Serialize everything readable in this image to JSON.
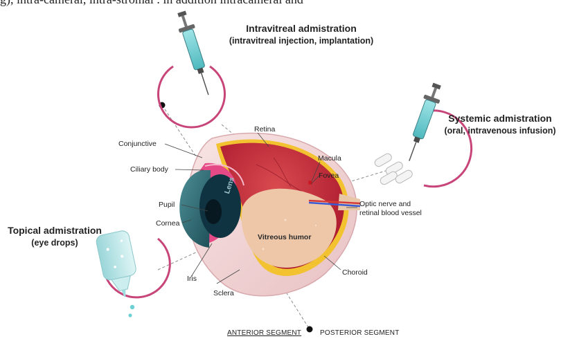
{
  "header": {
    "cut_text": "g), intra-cameral, intra-stromal . in addition intracameral and"
  },
  "routes": {
    "intravitreal": {
      "title": "Intravitreal admistration",
      "subtitle": "(intravitreal injection, implantation)"
    },
    "systemic": {
      "title": "Systemic admistration",
      "subtitle": "(oral, intravenous infusion)"
    },
    "topical": {
      "title": "Topical admistration",
      "subtitle": "(eye drops)"
    }
  },
  "labels": {
    "conjunctive": "Conjunctive",
    "ciliary_body": "Ciliary body",
    "pupil": "Pupil",
    "cornea": "Cornea",
    "iris": "Iris",
    "sclera": "Sclera",
    "retina": "Retina",
    "macula": "Macula",
    "fovea": "Fovea",
    "optic_nerve_line1": "Optic nerve and",
    "optic_nerve_line2": "retinal blood vessel",
    "choroid": "Choroid",
    "lens": "Lens",
    "vitreous": "Vitreous humor"
  },
  "segments": {
    "anterior": "ANTERIOR SEGMENT",
    "posterior": "POSTERIOR SEGMENT"
  },
  "colors": {
    "accent_ring": "#c8457a",
    "sclera": "#f3d7d7",
    "retina_red": "#c72a3a",
    "choroid_yellow": "#f2c230",
    "vitreous": "#eec7a9",
    "cornea_teal": "#2f6f7a",
    "syringe_fluid": "#7fd3d6"
  }
}
